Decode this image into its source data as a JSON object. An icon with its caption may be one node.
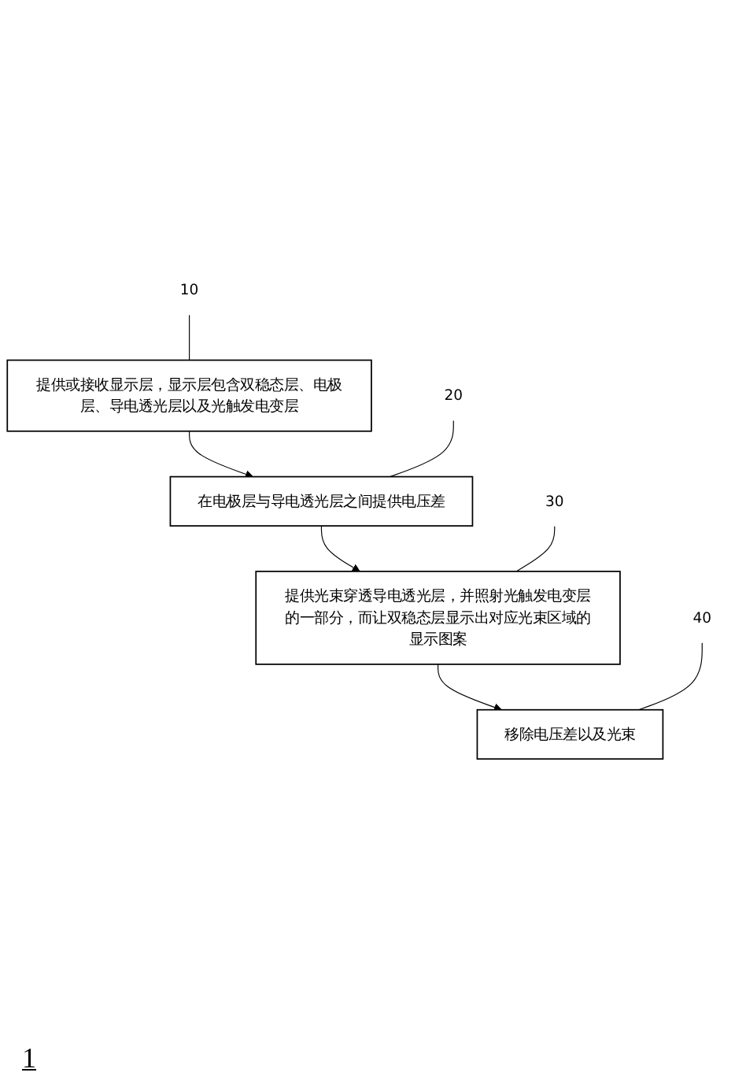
{
  "diagram": {
    "nodes": [
      {
        "text": [
          "提供或接收显示层，显示层包含双稳态层、电极层、导电透光层以及光触发电变层"
        ]
      },
      {
        "text": [
          "在电极层与导电透光层之间提供电压差"
        ]
      },
      {
        "text": [
          "提供光束穿透导电透光层，并照射光触发电变层的一部分，而让双稳态层显示出对应光束区域的显示图案"
        ]
      },
      {
        "text": [
          "移除电压差以及光束"
        ]
      },
      {
        "text": [
          "10"
        ]
      },
      {
        "text": [
          "20"
        ]
      },
      {
        "text": [
          "30"
        ]
      },
      {
        "text": [
          "40"
        ]
      }
    ],
    "edges": [
      {
        "from": 0,
        "to": 1,
        "arrow": "to"
      },
      {
        "from": 1,
        "to": 2,
        "arrow": "to"
      },
      {
        "from": 2,
        "to": 3,
        "arrow": "to"
      },
      {
        "from": 4,
        "to": 0,
        "arrow": "none"
      },
      {
        "from": 5,
        "to": 1,
        "arrow": "none"
      },
      {
        "from": 6,
        "to": 2,
        "arrow": "none"
      },
      {
        "from": 7,
        "to": 3,
        "arrow": "none"
      }
    ],
    "labels": [
      "1"
    ]
  }
}
